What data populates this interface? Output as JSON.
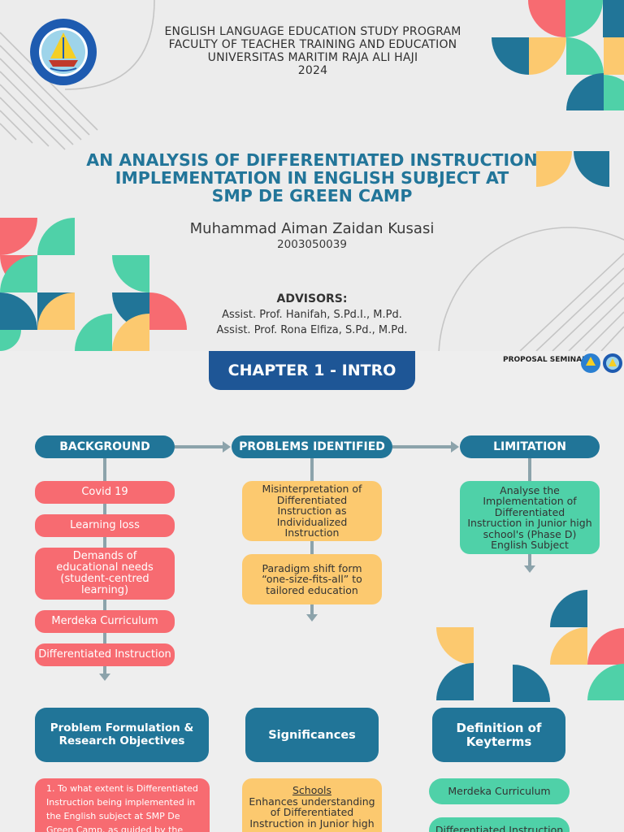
{
  "slide1": {
    "header_lines": [
      "ENGLISH LANGUAGE EDUCATION STUDY PROGRAM",
      "FACULTY OF TEACHER TRAINING AND EDUCATION",
      "UNIVERSITAS MARITIM RAJA ALI HAJI",
      "2024"
    ],
    "title_lines": [
      "AN ANALYSIS OF DIFFERENTIATED INSTRUCTION",
      "IMPLEMENTATION IN ENGLISH SUBJECT AT",
      "SMP DE GREEN CAMP"
    ],
    "author": "Muhammad Aiman Zaidan Kusasi",
    "student_id": "2003050039",
    "advisors_heading": "ADVISORS:",
    "advisors": [
      "Assist. Prof. Hanifah, S.Pd.I., M.Pd.",
      "Assist. Prof. Rona Elfiza, S.Pd., M.Pd."
    ]
  },
  "slide2": {
    "chapter_title": "CHAPTER 1 - INTRO",
    "proposal_label": "PROPOSAL SEMINAR",
    "headers": {
      "background": "BACKGROUND",
      "problems": "PROBLEMS IDENTIFIED",
      "limitation": "LIMITATION"
    },
    "background_items": [
      "Covid 19",
      "Learning loss",
      "Demands of educational needs (student-centred learning)",
      "Merdeka Curriculum",
      "Differentiated Instruction"
    ],
    "problems_items": [
      "Misinterpretation of Differentiated Instruction as Individualized Instruction",
      "Paradigm shift form “one-size-fits-all” to tailored education"
    ],
    "limitation_item": "Analyse the Implementation of Differentiated Instruction in Junior high school's (Phase D) English Subject",
    "bottom_headers": {
      "problem_formulation": "Problem Formulation & Research Objectives",
      "significances": "Significances",
      "definition": "Definition of Keyterms"
    },
    "problem_formulation_text": "1. To what extent is Differentiated Instruction being implemented in the English subject at SMP De Green Camp, as guided by the",
    "significances_heading": "Schools",
    "significances_text": "Enhances understanding of Differentiated Instruction in Junior high",
    "definition_items": [
      "Merdeka Curriculum",
      "Differentiated Instruction"
    ]
  },
  "colors": {
    "teal_blue": "#217598",
    "coral": "#f76b71",
    "mint": "#4fd1a8",
    "sand": "#fcc96f",
    "navy_button": "#1e5696"
  }
}
